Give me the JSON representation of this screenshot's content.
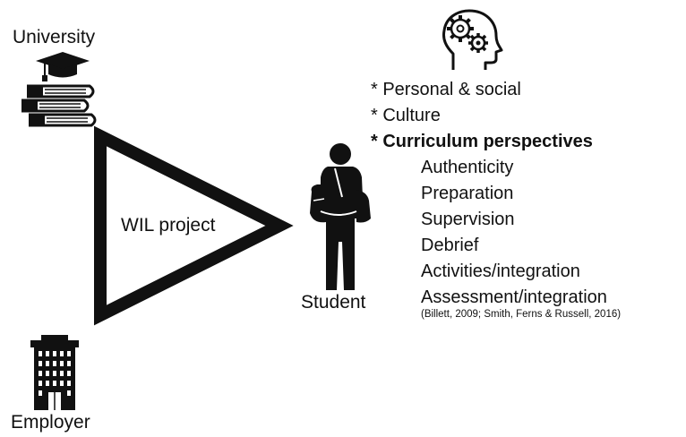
{
  "university_label": "University",
  "employer_label": "Employer",
  "student_label": "Student",
  "wil_label": "WIL project",
  "factors": {
    "item1": "* Personal & social",
    "item2": "* Culture",
    "item3": "* Curriculum perspectives",
    "sub_items": [
      "Authenticity",
      "Preparation",
      "Supervision",
      "Debrief",
      "Activities/integration",
      "Assessment/integration"
    ],
    "citation": "(Billett, 2009; Smith, Ferns & Russell, 2016)"
  },
  "icons": {
    "university": "books-graduation-cap-icon",
    "employer": "office-building-icon",
    "student": "student-with-backpack-icon",
    "mind": "head-with-gears-icon"
  },
  "colors": {
    "ink": "#111111",
    "background": "#ffffff"
  }
}
